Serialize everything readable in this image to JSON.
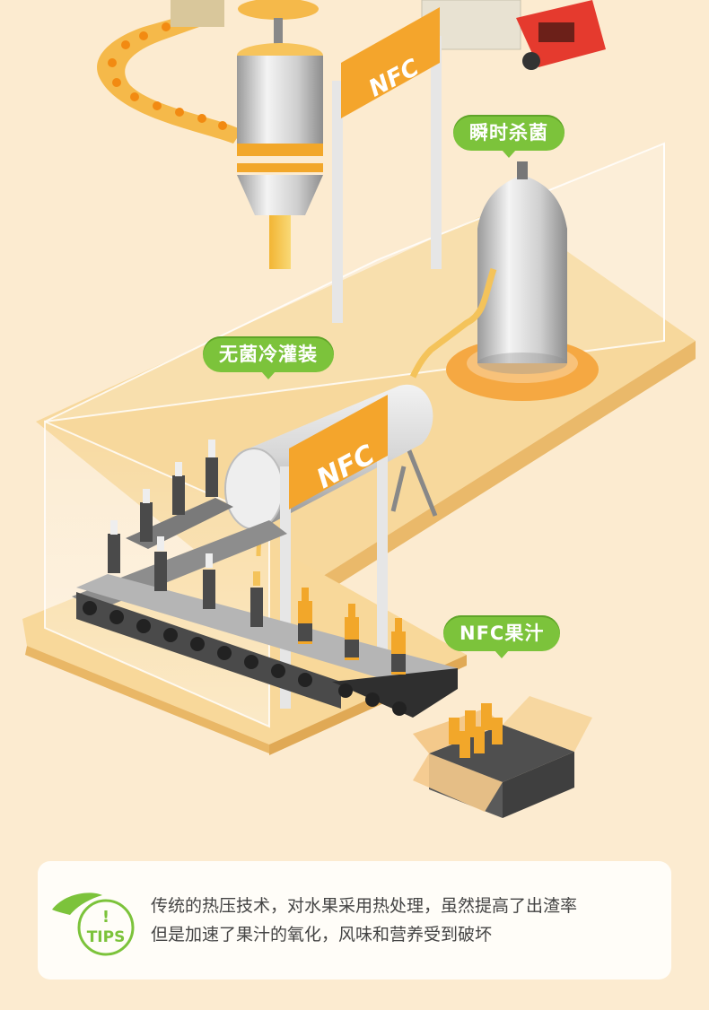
{
  "labels": {
    "sterilize": "瞬时杀菌",
    "cold_fill": "无菌冷灌装",
    "nfc_juice": "NFC果汁"
  },
  "brand": {
    "machine_logo": "NFC"
  },
  "tips": {
    "badge_mark": "!",
    "badge_text": "TIPS",
    "line1": "传统的热压技术，对水果采用热处理，虽然提高了出渣率",
    "line2": "但是加速了果汁的氧化，风味和营养受到破坏"
  },
  "colors": {
    "background": "#fcebd0",
    "accent_green": "#7cc33b",
    "accent_orange": "#f4a52c",
    "platform": "#f7d79b"
  }
}
